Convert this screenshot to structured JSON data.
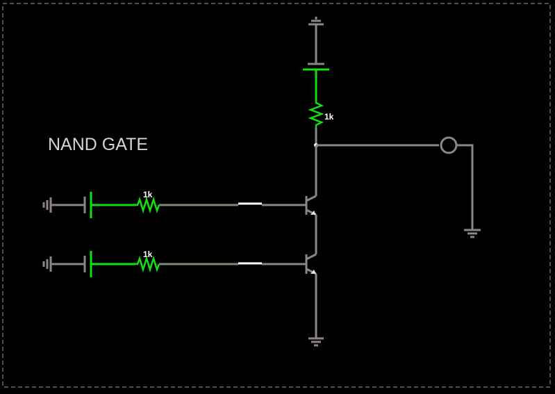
{
  "title": "NAND GATE",
  "components": {
    "resistor_top": {
      "label": "1k"
    },
    "resistor_a": {
      "label": "1k"
    },
    "resistor_b": {
      "label": "1k"
    }
  },
  "colors": {
    "background": "#000000",
    "border": "#9e9e9e",
    "wire": "#8c8684",
    "wire_input": "#7b8c79",
    "active": "#12e012",
    "switch": "#ffffff",
    "text": "#d4d4d4",
    "label": "#ffffff"
  }
}
